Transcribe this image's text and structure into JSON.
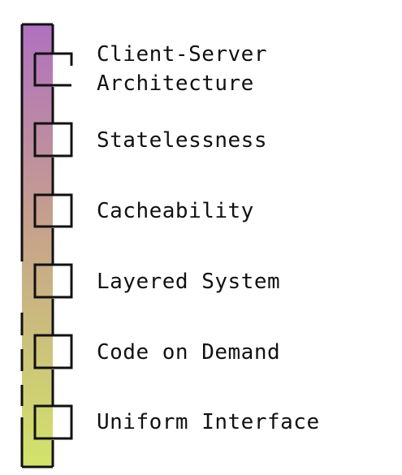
{
  "colors": {
    "gradient_top": "#b070c0",
    "gradient_mid": "#c6a08c",
    "gradient_bottom": "#d2e46a",
    "stroke": "#111111",
    "text": "#111111"
  },
  "items": [
    {
      "lines": [
        "Client-Server",
        "Architecture"
      ]
    },
    {
      "lines": [
        "Statelessness"
      ]
    },
    {
      "lines": [
        "Cacheability"
      ]
    },
    {
      "lines": [
        "Layered System"
      ]
    },
    {
      "lines": [
        "Code on Demand"
      ]
    },
    {
      "lines": [
        "Uniform Interface"
      ]
    }
  ]
}
